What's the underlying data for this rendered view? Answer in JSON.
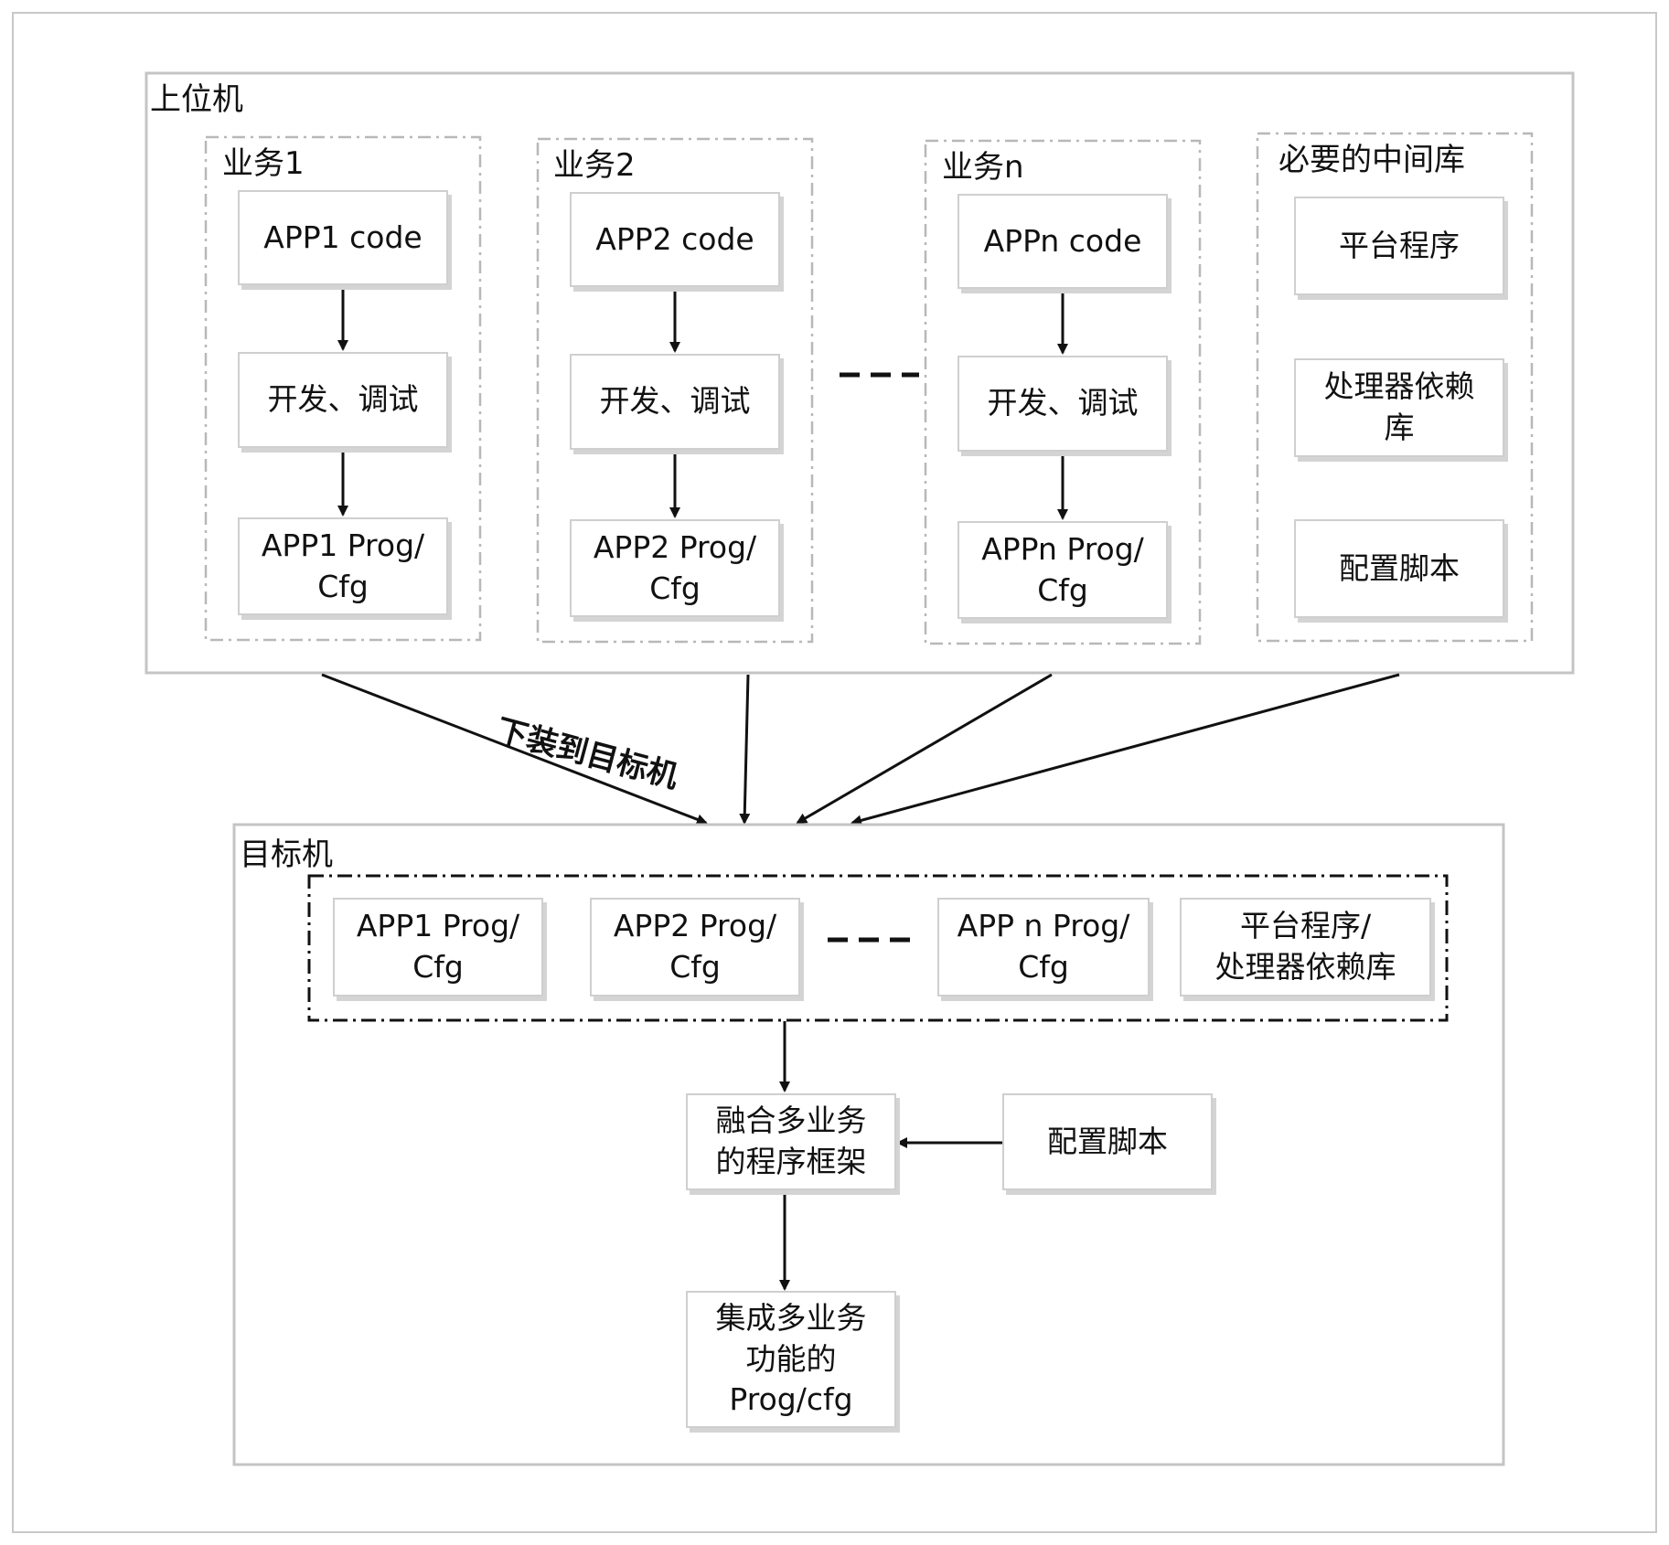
{
  "host": {
    "title": "上位机",
    "groups": [
      {
        "title": "业务1",
        "code": "APP1 code",
        "dev": "开发、调试",
        "prog": "APP1 Prog/\nCfg"
      },
      {
        "title": "业务2",
        "code": "APP2 code",
        "dev": "开发、调试",
        "prog": "APP2 Prog/\nCfg"
      },
      {
        "title": "业务n",
        "code": "APPn code",
        "dev": "开发、调试",
        "prog": "APPn Prog/\nCfg"
      }
    ],
    "libs": {
      "title": "必要的中间库",
      "items": [
        "平台程序",
        "处理器依赖\n库",
        "配置脚本"
      ]
    }
  },
  "download_label": "下装到目标机",
  "target": {
    "title": "目标机",
    "progs": [
      "APP1 Prog/\nCfg",
      "APP2 Prog/\nCfg",
      "APP n  Prog/\nCfg",
      "平台程序/\n处理器依赖库"
    ],
    "framework": "融合多业务\n的程序框架",
    "config": "配置脚本",
    "result": "集成多业务\n功能的\nProg/cfg"
  }
}
